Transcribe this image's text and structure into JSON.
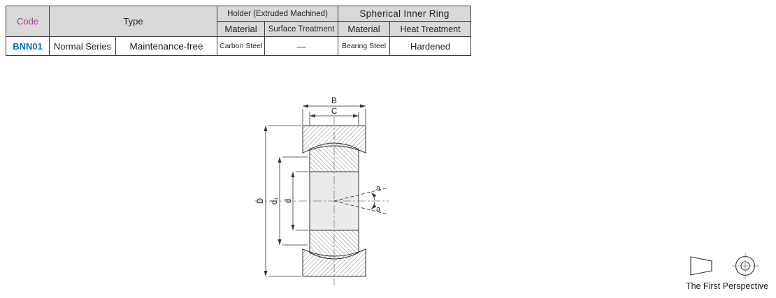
{
  "table": {
    "headers": {
      "code": "Code",
      "type": "Type",
      "holder_group": "Holder (Extruded Machined)",
      "spherical_group": "Spherical Inner Ring",
      "holder_material": "Material",
      "holder_surface": "Surface Treatment",
      "ring_material": "Material",
      "ring_heat": "Heat Treatment"
    },
    "rows": [
      {
        "code": "BNN01",
        "series": "Normal Series",
        "maintenance": "Maintenance-free",
        "holder_material": "Carbon Steel",
        "surface_treatment": "—",
        "ring_material": "Bearing Steel",
        "heat_treatment": "Hardened"
      }
    ]
  },
  "diagram": {
    "labels": {
      "width_outer": "B",
      "width_inner": "C",
      "outer_diameter": "D",
      "sphere_diameter": "d₁",
      "bore_diameter": "d",
      "tilt_angle_upper": "a",
      "tilt_angle_lower": "a"
    }
  },
  "footer": {
    "projection_label": "The First Perspective"
  },
  "colors": {
    "code_header_text": "#b2399a",
    "part_code_text": "#0072bc",
    "table_header_bg": "#d9d9d9",
    "line_color": "#3a3a3a"
  }
}
